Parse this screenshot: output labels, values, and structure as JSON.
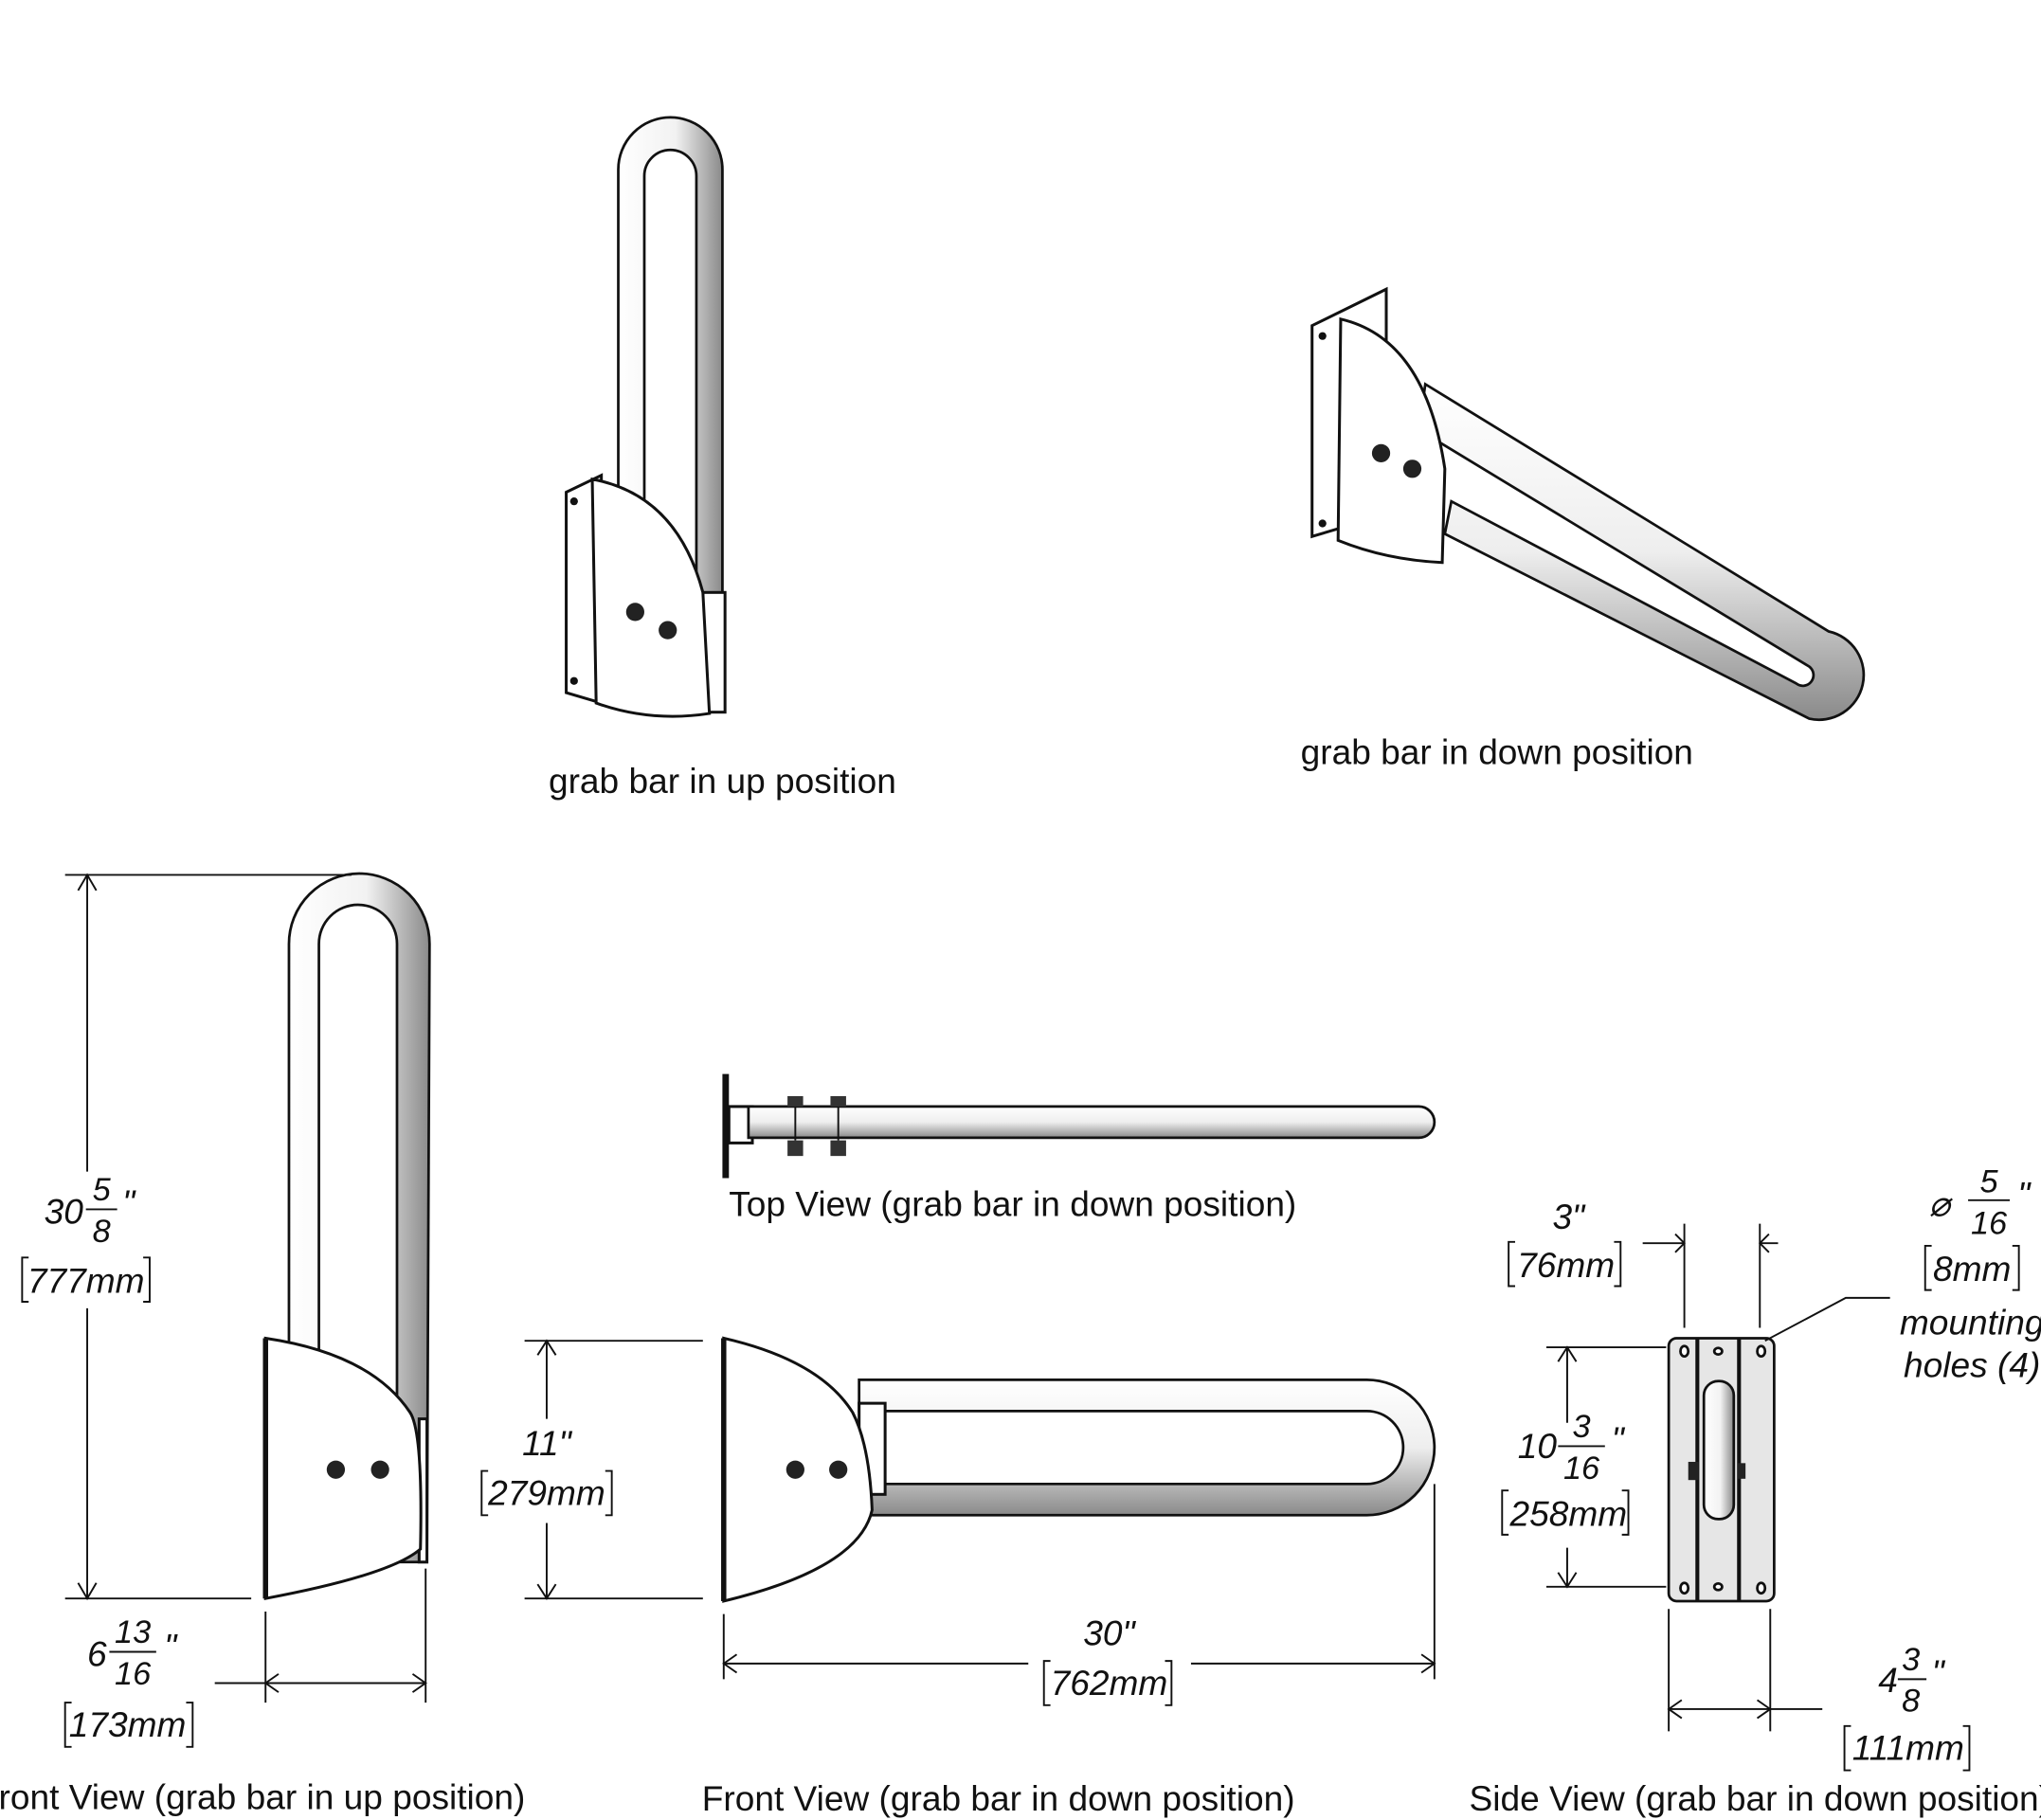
{
  "captions": {
    "up_iso": "grab bar in up position",
    "down_iso": "grab bar in down position",
    "front_up": "Front View (grab bar in up position)",
    "top_down": "Top View (grab bar in down position)",
    "front_down": "Front View (grab bar in down position)",
    "side_down": "Side View (grab bar in down position)"
  },
  "dimensions": {
    "height_up": {
      "whole": "30",
      "num": "5",
      "den": "8",
      "unit": "\"",
      "mm": "777mm"
    },
    "depth_housing": {
      "whole": "6",
      "num": "13",
      "den": "16",
      "unit": "\"",
      "mm": "173mm"
    },
    "housing_height": {
      "text": "11\"",
      "mm": "279mm"
    },
    "length_down": {
      "text": "30\"",
      "mm": "762mm"
    },
    "hole_spacing_h": {
      "text": "3\"",
      "mm": "76mm"
    },
    "hole_diameter": {
      "symbol": "⌀",
      "num": "5",
      "den": "16",
      "unit": "\"",
      "mm": "8mm",
      "note_line1": "mounting",
      "note_line2": "holes (4)"
    },
    "hole_spacing_v": {
      "whole": "10",
      "num": "3",
      "den": "16",
      "unit": "\"",
      "mm": "258mm"
    },
    "plate_width": {
      "whole": "4",
      "num": "3",
      "den": "8",
      "unit": "\"",
      "mm": "111mm"
    }
  }
}
